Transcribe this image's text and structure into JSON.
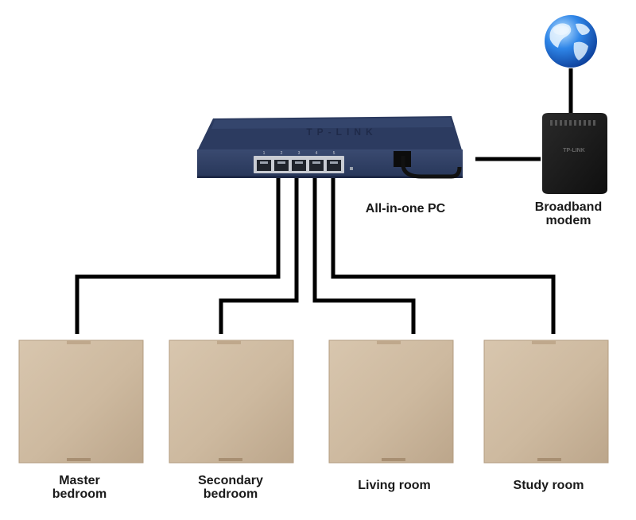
{
  "diagram": {
    "router": {
      "label": "All-in-one PC",
      "brand_mark": "TP-LINK",
      "port_numbers": [
        "1",
        "2",
        "3",
        "4",
        "5"
      ]
    },
    "modem": {
      "label": "Broadband\nmodem",
      "brand_mark": "TP-LINK"
    },
    "internet": {
      "icon": "globe-icon"
    },
    "rooms": [
      {
        "label": "Master\nbedroom"
      },
      {
        "label": "Secondary\nbedroom"
      },
      {
        "label": "Living room"
      },
      {
        "label": "Study room"
      }
    ],
    "colors": {
      "router_body": "#2f3f63",
      "router_top": "#26365a",
      "panel": "#cdb9a0",
      "panel_edge": "#b8a186",
      "cable": "#000000",
      "modem": "#1c1c1c",
      "globe": "#1e6fd9"
    }
  }
}
